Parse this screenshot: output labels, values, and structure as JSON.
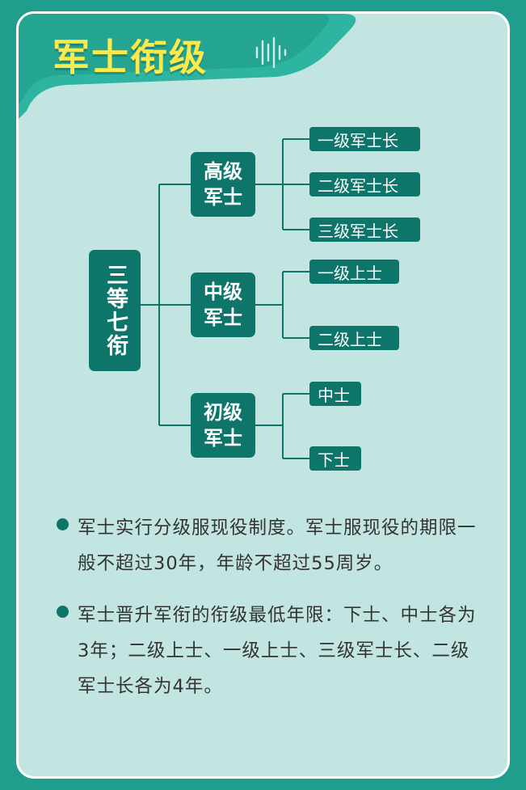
{
  "title": "军士衔级",
  "colors": {
    "background": "#1f9e8e",
    "card": "#c3e5e2",
    "banner": "#2db5a2",
    "title": "#fde94a",
    "box": "#0d756a",
    "text": "#333333"
  },
  "tree": {
    "root": "三等七衔",
    "groups": [
      {
        "label": "高级\n军士",
        "leaves": [
          "一级军士长",
          "二级军士长",
          "三级军士长"
        ]
      },
      {
        "label": "中级\n军士",
        "leaves": [
          "一级上士",
          "二级上士"
        ]
      },
      {
        "label": "初级\n军士",
        "leaves": [
          "中士",
          "下士"
        ]
      }
    ]
  },
  "notes": [
    "军士实行分级服现役制度。军士服现役的期限一般不超过30年，年龄不超过55周岁。",
    "军士晋升军衔的衔级最低年限：下士、中士各为3年；二级上士、一级上士、三级军士长、二级军士长各为4年。"
  ]
}
